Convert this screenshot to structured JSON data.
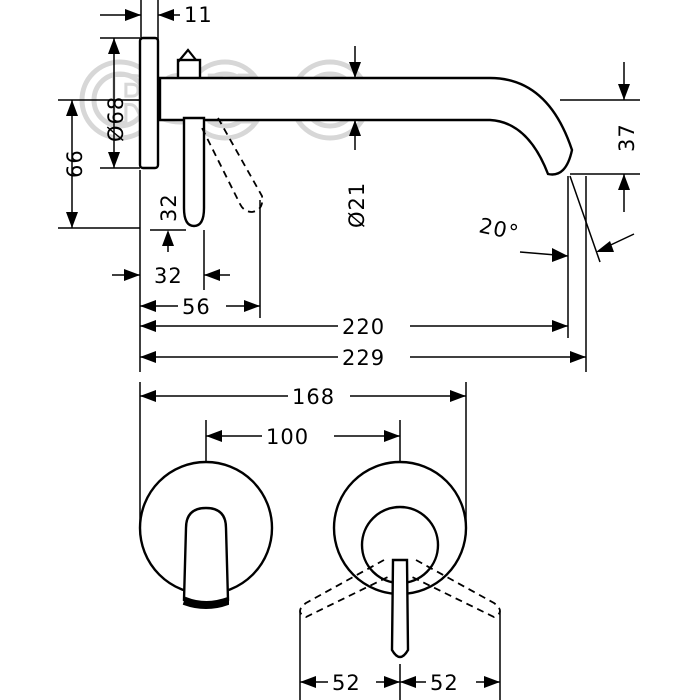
{
  "drawing": {
    "watermark_text": "RSK",
    "dims": {
      "d11": "11",
      "d68": "Ø68",
      "d66": "66",
      "d32v": "32",
      "d21": "Ø21",
      "d37": "37",
      "d20deg": "20°",
      "d32h": "32",
      "d56": "56",
      "d220": "220",
      "d229": "229",
      "d168": "168",
      "d100": "100",
      "d52l": "52",
      "d52r": "52"
    }
  }
}
